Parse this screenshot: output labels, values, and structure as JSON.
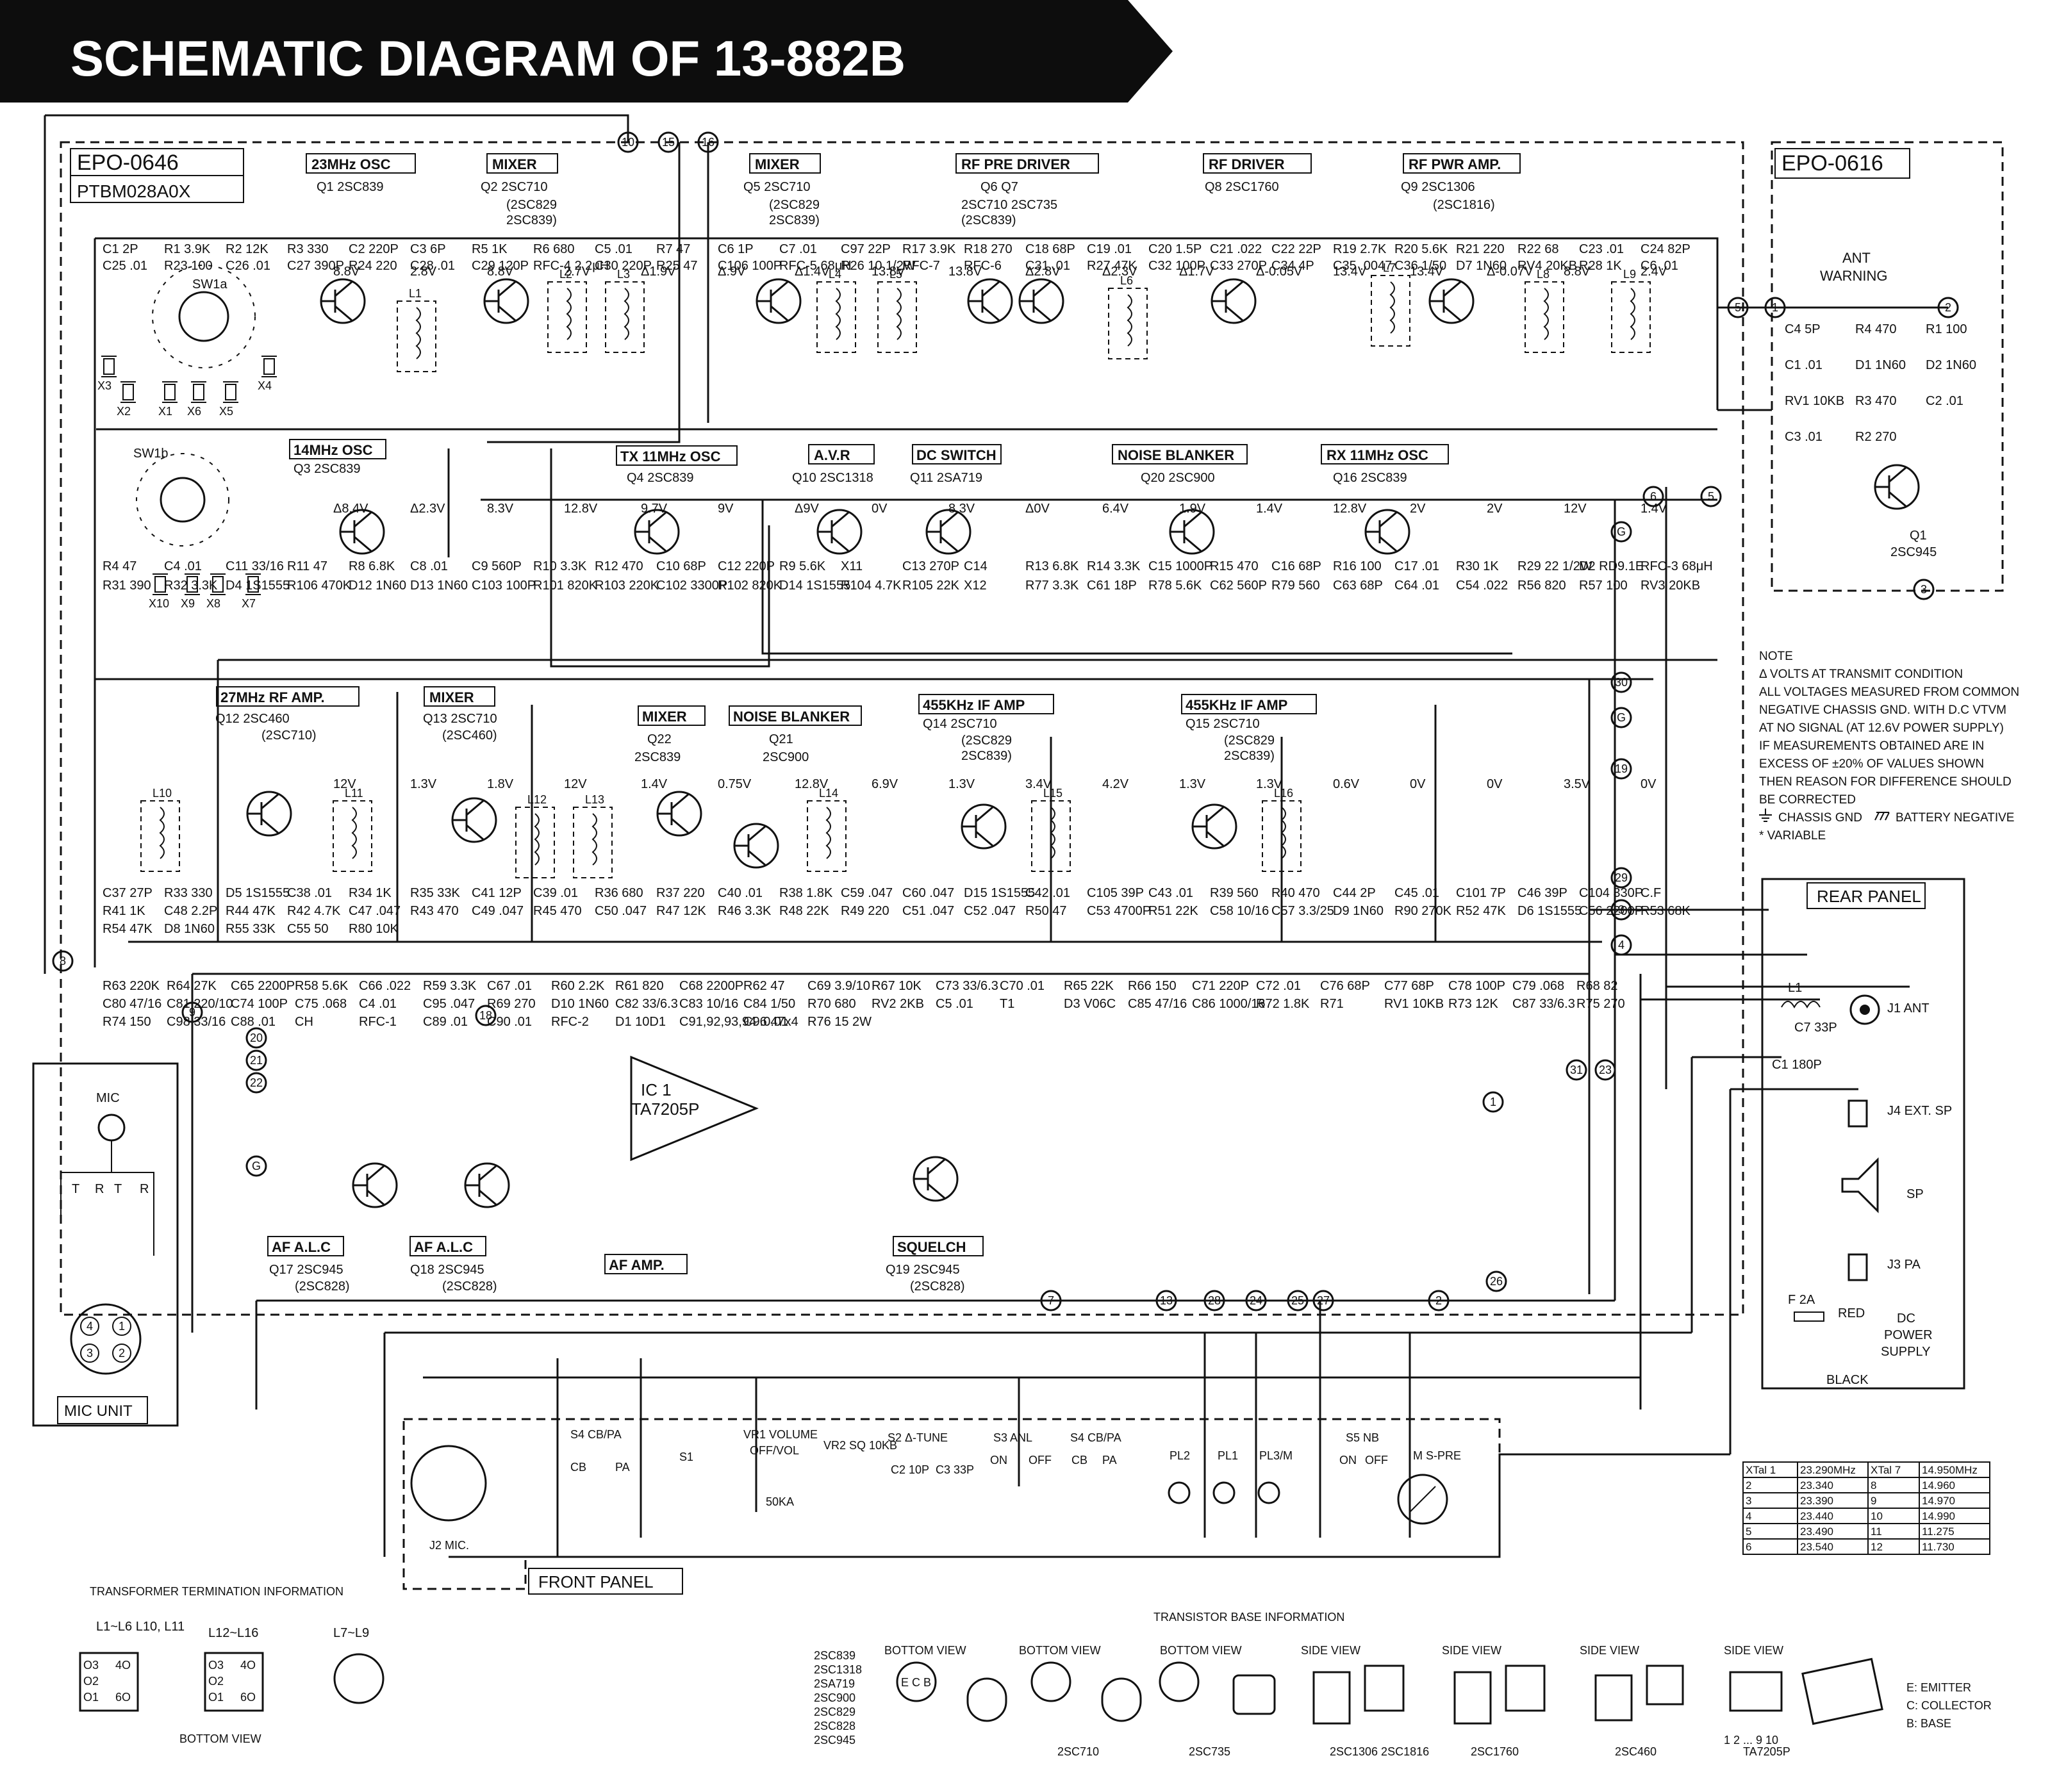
{
  "title": "SCHEMATIC DIAGRAM OF 13-882B",
  "board_left": {
    "id": "EPO-0646",
    "pcb": "PTBM028A0X"
  },
  "board_right": {
    "id": "EPO-0616",
    "ant_warning": "ANT\nWARNING",
    "ant_warning_l1": "ANT",
    "ant_warning_l2": "WARNING",
    "q1_label": "Q1",
    "q1_part": "2SC945"
  },
  "stages": [
    {
      "title": "23MHz OSC",
      "parts": [
        "Q1 2SC839"
      ]
    },
    {
      "title": "MIXER",
      "parts": [
        "Q2 2SC710",
        "(2SC829",
        "2SC839)"
      ]
    },
    {
      "title": "MIXER",
      "parts": [
        "Q5 2SC710",
        "(2SC829",
        "2SC839)"
      ]
    },
    {
      "title": "RF PRE DRIVER",
      "parts": [
        "Q6      Q7",
        "2SC710  2SC735",
        "(2SC839)"
      ]
    },
    {
      "title": "RF DRIVER",
      "parts": [
        "Q8 2SC1760"
      ]
    },
    {
      "title": "RF PWR AMP.",
      "parts": [
        "Q9 2SC1306",
        "(2SC1816)"
      ]
    },
    {
      "title": "14MHz OSC",
      "parts": [
        "Q3 2SC839"
      ]
    },
    {
      "title": "TX 11MHz OSC",
      "parts": [
        "Q4 2SC839"
      ]
    },
    {
      "title": "A.V.R",
      "parts": [
        "Q10 2SC1318"
      ]
    },
    {
      "title": "DC SWITCH",
      "parts": [
        "Q11 2SA719"
      ]
    },
    {
      "title": "NOISE BLANKER",
      "parts": [
        "Q20 2SC900"
      ]
    },
    {
      "title": "RX 11MHz OSC",
      "parts": [
        "Q16 2SC839"
      ]
    },
    {
      "title": "27MHz RF AMP.",
      "parts": [
        "Q12 2SC460",
        "(2SC710)"
      ]
    },
    {
      "title": "MIXER",
      "parts": [
        "Q13 2SC710",
        "(2SC460)"
      ]
    },
    {
      "title": "MIXER",
      "parts": [
        "Q22",
        "2SC839"
      ]
    },
    {
      "title": "NOISE BLANKER",
      "parts": [
        "Q21",
        "2SC900"
      ]
    },
    {
      "title": "455KHz IF AMP",
      "parts": [
        "Q14 2SC710",
        "(2SC829",
        "2SC839)"
      ]
    },
    {
      "title": "455KHz IF AMP",
      "parts": [
        "Q15 2SC710",
        "(2SC829",
        "2SC839)"
      ]
    },
    {
      "title": "AF A.L.C",
      "parts": [
        "Q17 2SC945",
        "(2SC828)"
      ]
    },
    {
      "title": "AF A.L.C",
      "parts": [
        "Q18 2SC945",
        "(2SC828)"
      ]
    },
    {
      "title": "AF AMP.",
      "parts": []
    },
    {
      "title": "SQUELCH",
      "parts": [
        "Q19 2SC945",
        "(2SC828)"
      ]
    }
  ],
  "ic": {
    "name": "IC 1",
    "part": "TA7205P"
  },
  "voltages": [
    "8.8V",
    "2.8V",
    "8.8V",
    "2.7V",
    "Δ1.9V",
    "Δ.9V",
    "Δ1.4V",
    "13.8V",
    "13.8V",
    "Δ2.8V",
    "Δ2.3V",
    "Δ1.7V",
    "Δ-0.05V",
    "13.4V",
    "13.4V",
    "Δ-0.07V",
    "8.8V",
    "2.4V",
    "Δ8.4V",
    "Δ2.3V",
    "8.3V",
    "12.8V",
    "9.7V",
    "9V",
    "Δ9V",
    "0V",
    "8.3V",
    "Δ0V",
    "6.4V",
    "1.9V",
    "1.4V",
    "12.8V",
    "2V",
    "2V",
    "12V",
    "1.4V",
    "12V",
    "1.3V",
    "1.8V",
    "12V",
    "1.4V",
    "0.75V",
    "12.8V",
    "6.9V",
    "1.3V",
    "3.4V",
    "4.2V",
    "1.3V",
    "1.3V",
    "0.6V",
    "0V",
    "0V",
    "3.5V",
    "0V"
  ],
  "components_top": [
    "C1 2P",
    "R1 3.9K",
    "R2 12K",
    "R3 330",
    "C2 220P",
    "C3 6P",
    "R5 1K",
    "R6 680",
    "C5 .01",
    "R7 47",
    "C6 1P",
    "C7 .01",
    "C97 22P",
    "R17 3.9K",
    "R18 270",
    "C18 68P",
    "C19 .01",
    "C20 1.5P",
    "C21 .022",
    "C22 22P",
    "R19 2.7K",
    "R20 5.6K",
    "R21 220",
    "R22 68",
    "C23 .01",
    "C24 82P",
    "C25 .01",
    "R23 100",
    "C26 .01",
    "C27 390P",
    "R24 220",
    "C28 .01",
    "C29 120P",
    "RFC-4 2.2μH",
    "C30 220P",
    "R25 47",
    "C106 100P",
    "RFC-5 68μH",
    "R26 10 1/2W",
    "RFC-7",
    "RFC-6",
    "C31 .01",
    "R27 47K",
    "C32 100P",
    "C33 270P",
    "C34 4P",
    "C35 .0047",
    "C36 1/50",
    "D7 1N60",
    "RV4 20KB",
    "R28 1K",
    "C6 .01"
  ],
  "components_mid": [
    "R4 47",
    "C4 .01",
    "C11 33/16",
    "R11 47",
    "R8 6.8K",
    "C8 .01",
    "C9 560P",
    "R10 3.3K",
    "R12 470",
    "C10 68P",
    "C12 220P",
    "R9 5.6K",
    "X11",
    "C13 270P",
    "C14",
    "R13 6.8K",
    "R14 3.3K",
    "C15 1000P",
    "R15 470",
    "C16 68P",
    "R16 100",
    "C17 .01",
    "R30 1K",
    "R29 22 1/2W",
    "D2 RD9.1E",
    "RFC-3 68μH",
    "R31 390",
    "R32 3.3K",
    "D4 1S1555",
    "R106 470K",
    "D12 1N60",
    "D13 1N60",
    "C103 100P",
    "R101 820K",
    "R103 220K",
    "C102 3300P",
    "R102 820K",
    "D14 1S1555",
    "R104 4.7K",
    "R105 22K",
    "X12",
    "R77 3.3K",
    "C61 18P",
    "R78 5.6K",
    "C62 560P",
    "R79 560",
    "C63 68P",
    "C64 .01",
    "C54 .022",
    "R56 820",
    "R57 100",
    "RV3 20KB"
  ],
  "components_low": [
    "C37 27P",
    "R33 330",
    "D5 1S1555",
    "C38 .01",
    "R34 1K",
    "R35 33K",
    "C41 12P",
    "C39 .01",
    "R36 680",
    "R37 220",
    "C40 .01",
    "R38 1.8K",
    "C59 .047",
    "C60 .047",
    "D15 1S1555",
    "C42 .01",
    "C105 39P",
    "C43 .01",
    "R39 560",
    "R40 470",
    "C44 2P",
    "C45 .01",
    "C101 7P",
    "C46 39P",
    "C104 330P",
    "C.F",
    "R41 1K",
    "C48 2.2P",
    "R44 47K",
    "R42 4.7K",
    "C47 .047",
    "R43 470",
    "C49 .047",
    "R45 470",
    "C50 .047",
    "R47 12K",
    "R46 3.3K",
    "R48 22K",
    "R49 220",
    "C51 .047",
    "C52 .047",
    "R50 47",
    "C53 4700P",
    "R51 22K",
    "C58 10/16",
    "C57 3.3/25",
    "D9 1N60",
    "R90 270K",
    "R52 47K",
    "D6 1S1555",
    "C56 2200P",
    "R53 68K",
    "R54 47K",
    "D8 1N60",
    "R55 33K",
    "C55 50",
    "R80 10K"
  ],
  "components_af": [
    "R63 220K",
    "R64 27K",
    "C65 2200P",
    "R58 5.6K",
    "C66 .022",
    "R59 3.3K",
    "C67 .01",
    "R60 2.2K",
    "R61 820",
    "C68 2200P",
    "R62 47",
    "C69 3.9/10",
    "R67 10K",
    "C73 33/6.3",
    "C70 .01",
    "R65 22K",
    "R66 150",
    "C71 220P",
    "C72 .01",
    "C76 68P",
    "C77 68P",
    "C78 100P",
    "C79 .068",
    "R68 82",
    "C80 47/16",
    "C81 220/10",
    "C74 100P",
    "C75 .068",
    "C4 .01",
    "C95 .047",
    "R69 270",
    "D10 1N60",
    "C82 33/6.3",
    "C83 10/16",
    "C84 1/50",
    "R70 680",
    "RV2 2KB",
    "C5 .01",
    "T1",
    "D3 V06C",
    "C85 47/16",
    "C86 1000/16",
    "R72 1.8K",
    "R71",
    "RV1 10KB",
    "R73 12K",
    "C87 33/6.3",
    "R75 270",
    "R74 150",
    "C98 33/16",
    "C88 .01",
    "CH",
    "RFC-1",
    "C89 .01",
    "C90 .01",
    "RFC-2",
    "D1 10D1",
    "C91,92,93,94 .047x4",
    "C96 .01",
    "R76 15 2W"
  ],
  "right_box": [
    "C4 5P",
    "R4 470",
    "R1 100",
    "C1 .01",
    "D1 1N60",
    "D2 1N60",
    "RV1 10KB",
    "R3 470",
    "C2 .01",
    "C3 .01",
    "R2 270"
  ],
  "note": {
    "heading": "NOTE",
    "lines": [
      "Δ VOLTS AT TRANSMIT CONDITION",
      "ALL VOLTAGES MEASURED FROM COMMON",
      "NEGATIVE CHASSIS GND. WITH D.C VTVM",
      "AT NO SIGNAL (AT 12.6V POWER SUPPLY)",
      "IF MEASUREMENTS OBTAINED ARE IN",
      "EXCESS OF ±20% OF VALUES SHOWN",
      "THEN REASON FOR DIFFERENCE SHOULD",
      "BE CORRECTED"
    ],
    "chassis": "CHASSIS GND",
    "battery": "BATTERY NEGATIVE",
    "variable": "* VARIABLE"
  },
  "rear_panel": {
    "title": "REAR PANEL",
    "items": [
      "L1",
      "C7 33P",
      "C1 180P",
      "J1 ANT",
      "J4 EXT. SP",
      "SP",
      "J3 PA",
      "F 2A",
      "RED",
      "BLACK",
      "DC POWER SUPPLY"
    ],
    "dc_l1": "DC",
    "dc_l2": "POWER",
    "dc_l3": "SUPPLY"
  },
  "mic_unit": {
    "title": "MIC UNIT",
    "mic": "MIC",
    "pins": [
      "T",
      "R",
      "T",
      "R"
    ],
    "conn": [
      "4",
      "1",
      "3",
      "2"
    ]
  },
  "front_panel": {
    "title": "FRONT PANEL",
    "items": [
      "J2 MIC.",
      "S4 CB/PA",
      "CB",
      "PA",
      "S1",
      "VR1 VOLUME",
      "OFF/VOL",
      "50KA",
      "VR2 SQ 10KB",
      "S2 Δ-TUNE",
      "C2 10P",
      "C3 33P",
      "S3 ANL",
      "ON",
      "OFF",
      "S4 CB/PA",
      "CB",
      "PA",
      "PL2",
      "PL1",
      "PL3/M",
      "S5 NB",
      "ON",
      "OFF",
      "M S-PRE"
    ]
  },
  "crystal_table": {
    "rows": [
      [
        "XTal 1",
        "23.290MHz",
        "XTal 7",
        "14.950MHz"
      ],
      [
        "2",
        "23.340",
        "8",
        "14.960"
      ],
      [
        "3",
        "23.390",
        "9",
        "14.970"
      ],
      [
        "4",
        "23.440",
        "10",
        "14.990"
      ],
      [
        "5",
        "23.490",
        "11",
        "11.275"
      ],
      [
        "6",
        "23.540",
        "12",
        "11.730"
      ]
    ]
  },
  "transformer_info": {
    "title": "TRANSFORMER TERMINATION INFORMATION",
    "groups": [
      "L1~L6 L10, L11",
      "L12~L16",
      "L7~L9"
    ],
    "pins_a": [
      "O3",
      "4O",
      "O2",
      "O1",
      "6O"
    ],
    "bottom_view": "BOTTOM VIEW"
  },
  "transistor_info": {
    "title": "TRANSISTOR BASE INFORMATION",
    "list": [
      "2SC839",
      "2SC1318",
      "2SA719",
      "2SC900",
      "2SC829",
      "2SC828",
      "2SC945"
    ],
    "views": [
      "BOTTOM VIEW",
      "BOTTOM VIEW",
      "BOTTOM VIEW",
      "SIDE VIEW",
      "SIDE VIEW",
      "SIDE VIEW",
      "SIDE VIEW"
    ],
    "captions": [
      "2SC710",
      "2SC735",
      "2SC1306 2SC1816",
      "2SC1760",
      "2SC460",
      "TA7205P"
    ],
    "legend": [
      "E: EMITTER",
      "C: COLLECTOR",
      "B: BASE"
    ],
    "pins_ecb": "E C B",
    "ic_pins": "1 2 ... 9 10"
  },
  "crystals": [
    "X1",
    "X2",
    "X3",
    "X4",
    "X5",
    "X6",
    "X7",
    "X8",
    "X9",
    "X10"
  ],
  "switches": [
    "SW1a",
    "SW1b"
  ],
  "coils": [
    "L1",
    "L2",
    "L3",
    "L4",
    "L5",
    "L6",
    "L7",
    "L8",
    "L9",
    "L10",
    "L11",
    "L12",
    "L13",
    "L14",
    "L15",
    "L16"
  ],
  "connectors": [
    "10",
    "15",
    "16",
    "5",
    "1",
    "2",
    "6",
    "G",
    "5",
    "3",
    "30",
    "G",
    "19",
    "29",
    "3",
    "4",
    "8",
    "9",
    "18",
    "20",
    "21",
    "22",
    "G",
    "7",
    "13",
    "28",
    "24",
    "25",
    "27",
    "2",
    "26",
    "1",
    "31",
    "23"
  ]
}
